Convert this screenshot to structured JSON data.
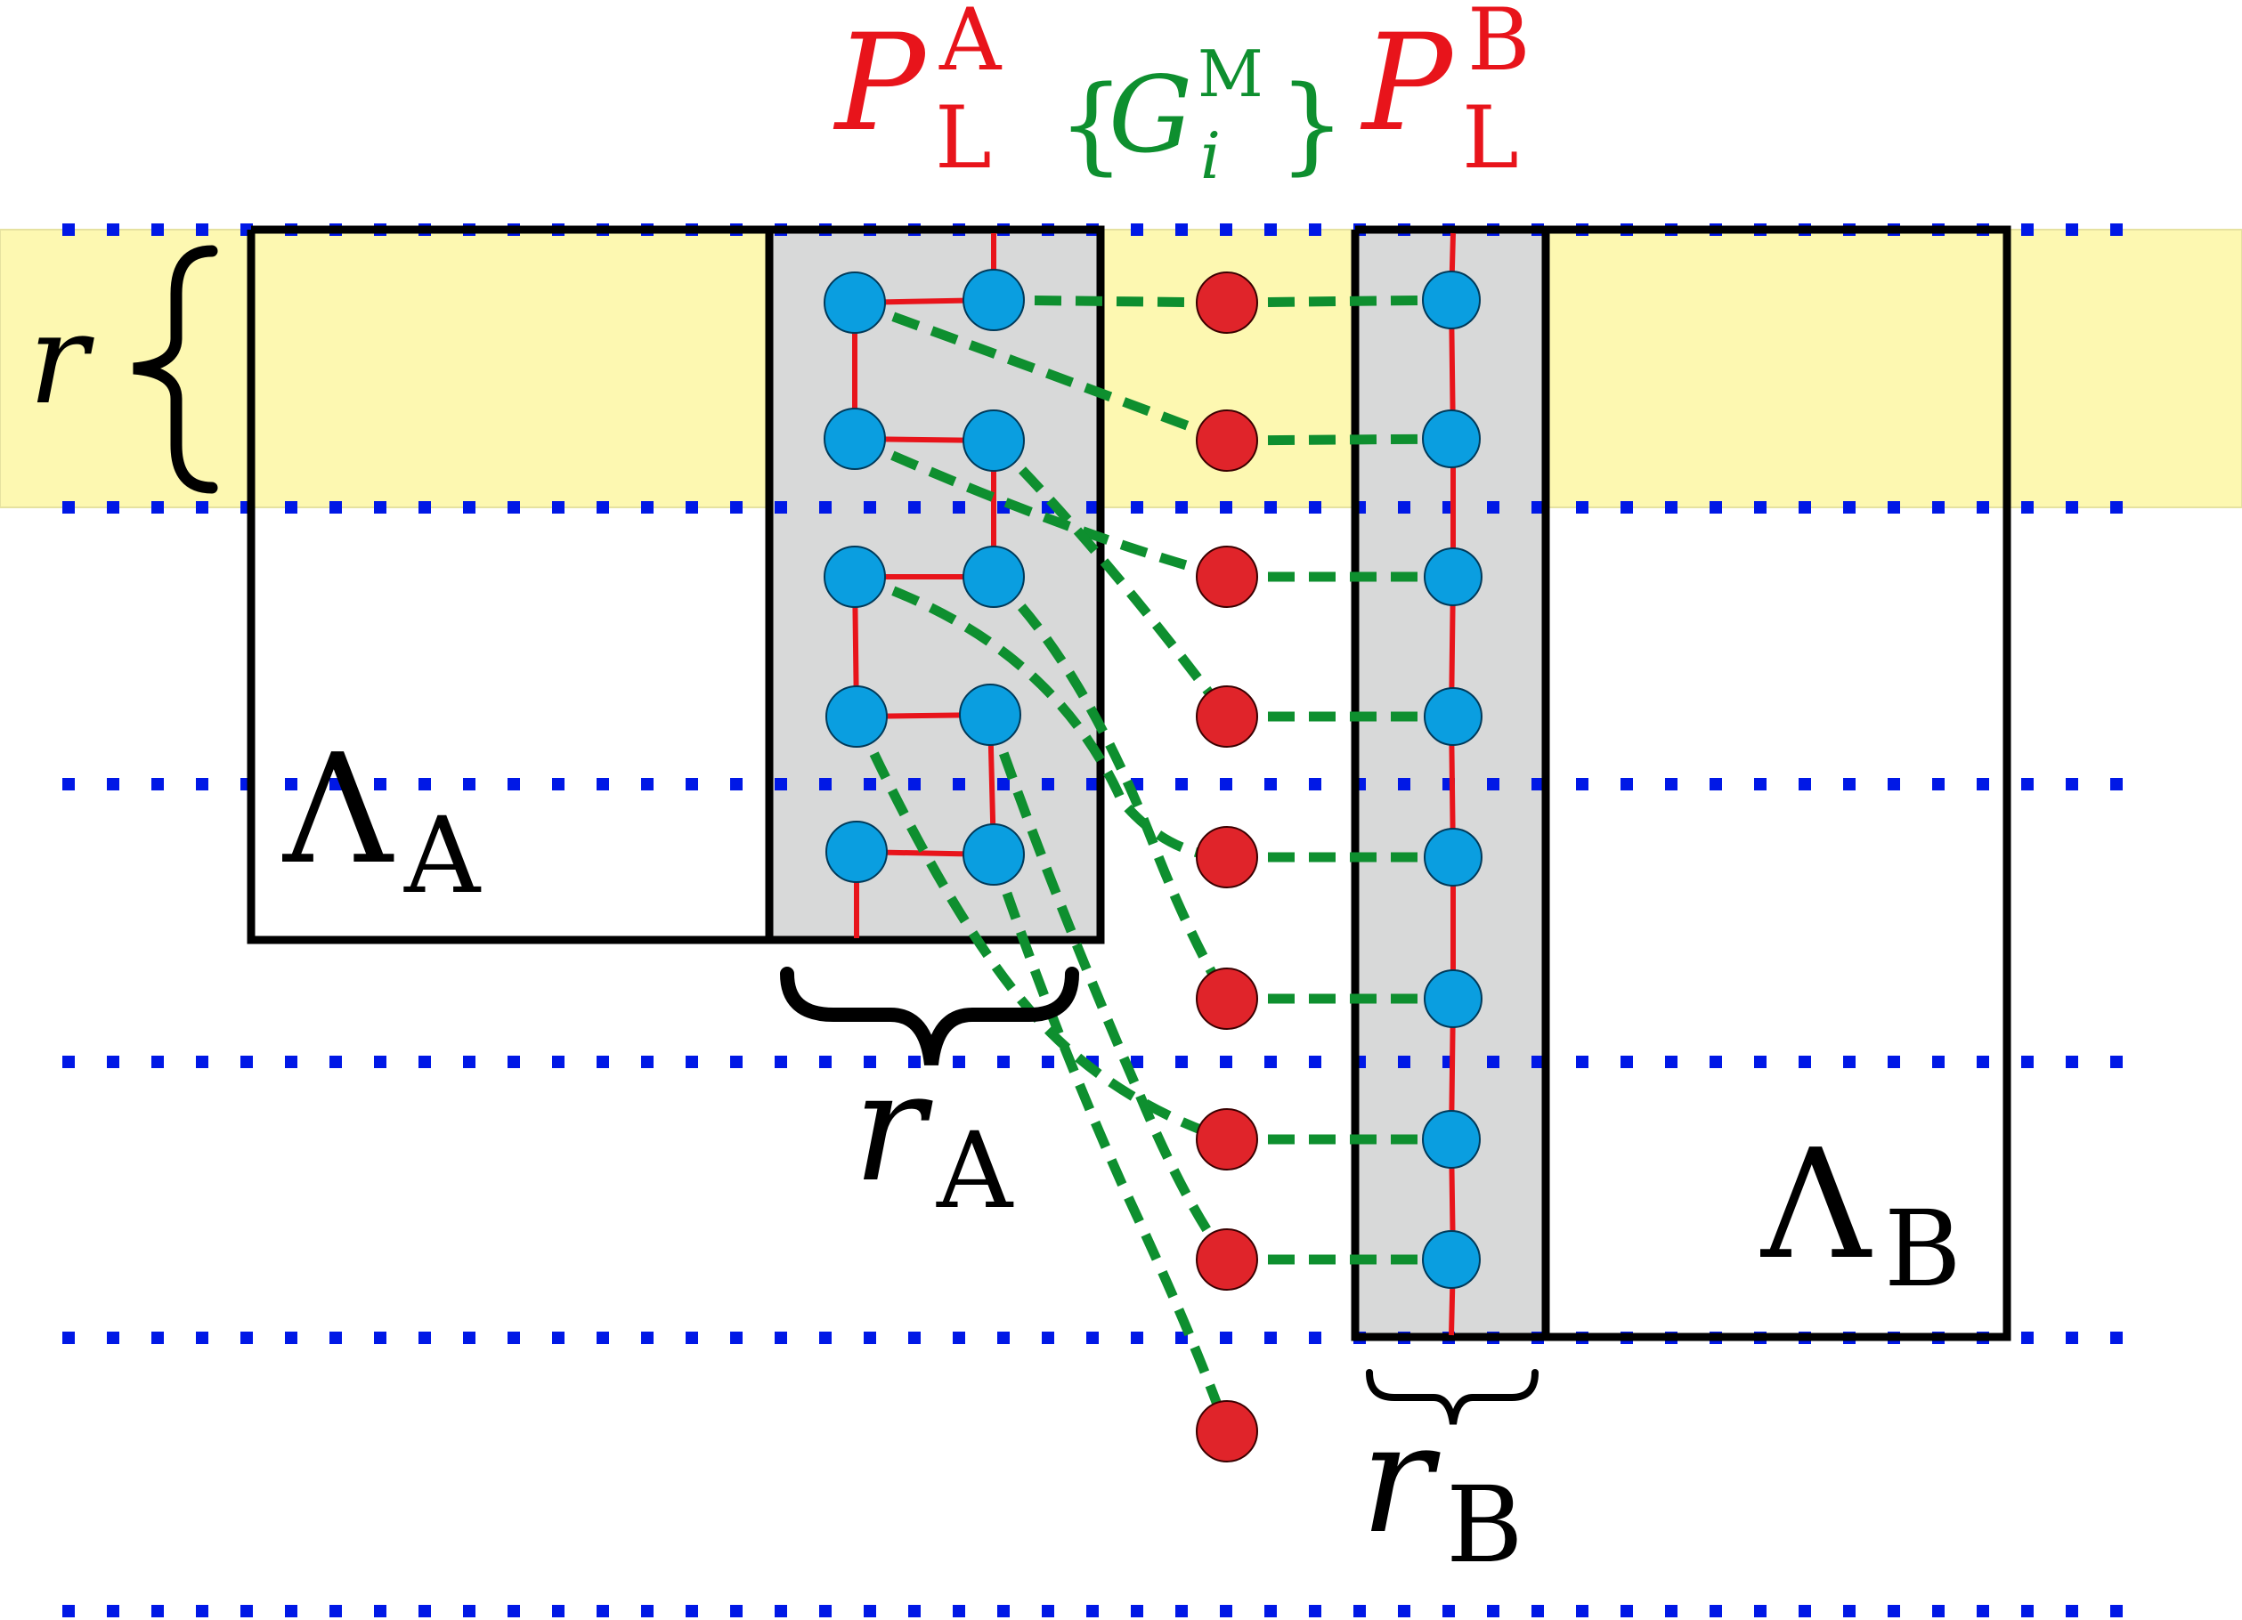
{
  "labels": {
    "PLA": {
      "main": "P",
      "sub": "L",
      "sup": "A"
    },
    "PLB": {
      "main": "P",
      "sub": "L",
      "sup": "B"
    },
    "GM": {
      "open": "{",
      "main": "G",
      "sub": "i",
      "sup": "M",
      "close": "}"
    },
    "r": {
      "main": "r"
    },
    "rA": {
      "main": "r",
      "sub": "A"
    },
    "rB": {
      "main": "r",
      "sub": "B"
    },
    "LambdaA": {
      "main": "Λ",
      "sub": "A"
    },
    "LambdaB": {
      "main": "Λ",
      "sub": "B"
    }
  },
  "colors": {
    "red": "#e8141b",
    "green": "#0e8f2f",
    "blue_node": "#0a9ee0",
    "red_node": "#e0242a",
    "dots": "#0018e6",
    "band": "#fdf8b1",
    "strip": "#d8d9d9",
    "black": "#000000"
  }
}
